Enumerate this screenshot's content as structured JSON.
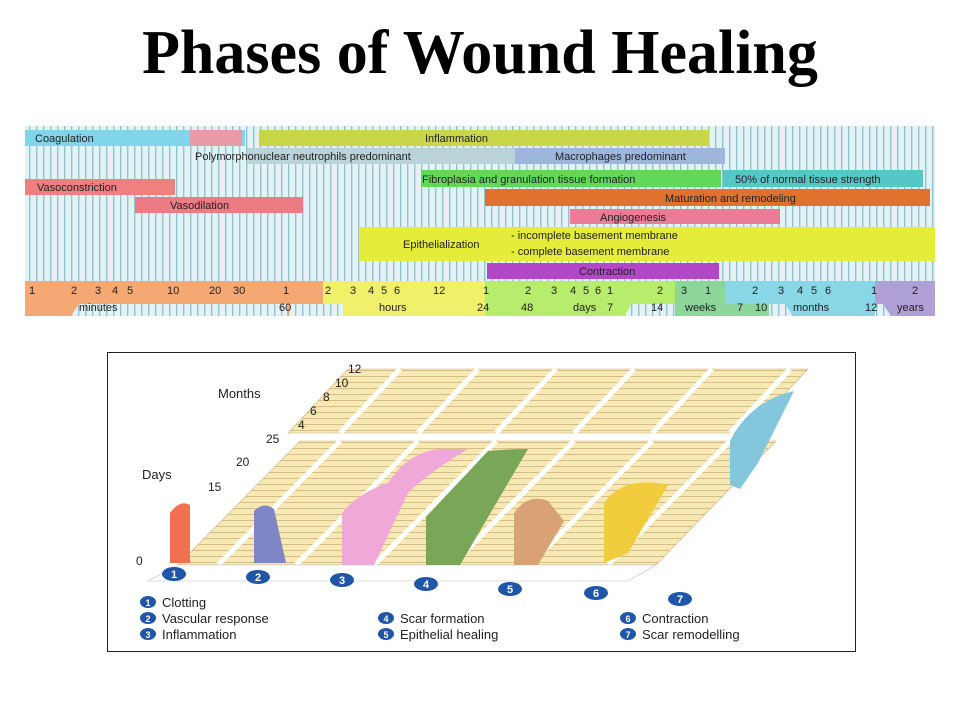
{
  "title": "Phases of Wound Healing",
  "timeline": {
    "bars": [
      {
        "label": "Coagulation",
        "color": "#7fd6e8"
      },
      {
        "label": "Inflammation",
        "color": "#c9d64a"
      },
      {
        "label": "Polymorphonuclear neutrophils predominant",
        "color": "#b9d3d8"
      },
      {
        "label": "Macrophages predominant",
        "color": "#9fb6dc"
      },
      {
        "label": "Vasoconstriction",
        "color": "#ef8080"
      },
      {
        "label": "Fibroplasia and granulation tissue formation",
        "color": "#62d85a"
      },
      {
        "label": "50% of normal tissue strength",
        "color": "#55c7c7"
      },
      {
        "label": "Maturation and remodeling",
        "color": "#e0722e"
      },
      {
        "label": "Vasodilation",
        "color": "#ec7b84"
      },
      {
        "label": "Angiogenesis",
        "color": "#ec7b95"
      },
      {
        "label": "Epithelialization",
        "color": "#e5ec3a"
      },
      {
        "label": "- incomplete basement membrane",
        "color": "#e5ec3a"
      },
      {
        "label": "- complete basement membrane",
        "color": "#e5ec3a"
      },
      {
        "label": "Contraction",
        "color": "#b446c8"
      }
    ],
    "ticks": [
      "1",
      "2",
      "3",
      "4",
      "5",
      "10",
      "20",
      "30",
      "1",
      "2",
      "3",
      "4",
      "5",
      "6",
      "12",
      "1",
      "2",
      "3",
      "4",
      "5",
      "6",
      "1",
      "2",
      "3",
      "1",
      "2",
      "3",
      "4",
      "5",
      "6",
      "1",
      "2"
    ],
    "sub_numbers": [
      "60",
      "24",
      "48",
      "7",
      "14",
      "7",
      "10",
      "12"
    ],
    "units": [
      "minutes",
      "hours",
      "days",
      "weeks",
      "months",
      "years"
    ]
  },
  "diagram": {
    "months_label": "Months",
    "days_label": "Days",
    "months_ticks": [
      "12",
      "10",
      "8",
      "6",
      "4"
    ],
    "days_ticks": [
      "25",
      "20",
      "15",
      "0"
    ],
    "markers": [
      "1",
      "2",
      "3",
      "4",
      "5",
      "6",
      "7"
    ],
    "legend": [
      {
        "num": "1",
        "label": "Clotting"
      },
      {
        "num": "2",
        "label": "Vascular response"
      },
      {
        "num": "3",
        "label": "Inflammation"
      },
      {
        "num": "4",
        "label": "Scar formation"
      },
      {
        "num": "5",
        "label": "Epithelial healing"
      },
      {
        "num": "6",
        "label": "Contraction"
      },
      {
        "num": "7",
        "label": "Scar remodelling"
      }
    ],
    "colors": {
      "clotting": "#f07050",
      "vascular": "#7f86c6",
      "inflammation": "#f0a8d8",
      "scar_formation": "#7aa658",
      "epithelial": "#d9a274",
      "contraction": "#f1cc3c",
      "remodelling": "#84c6dc",
      "marker": "#1f56a8"
    }
  }
}
